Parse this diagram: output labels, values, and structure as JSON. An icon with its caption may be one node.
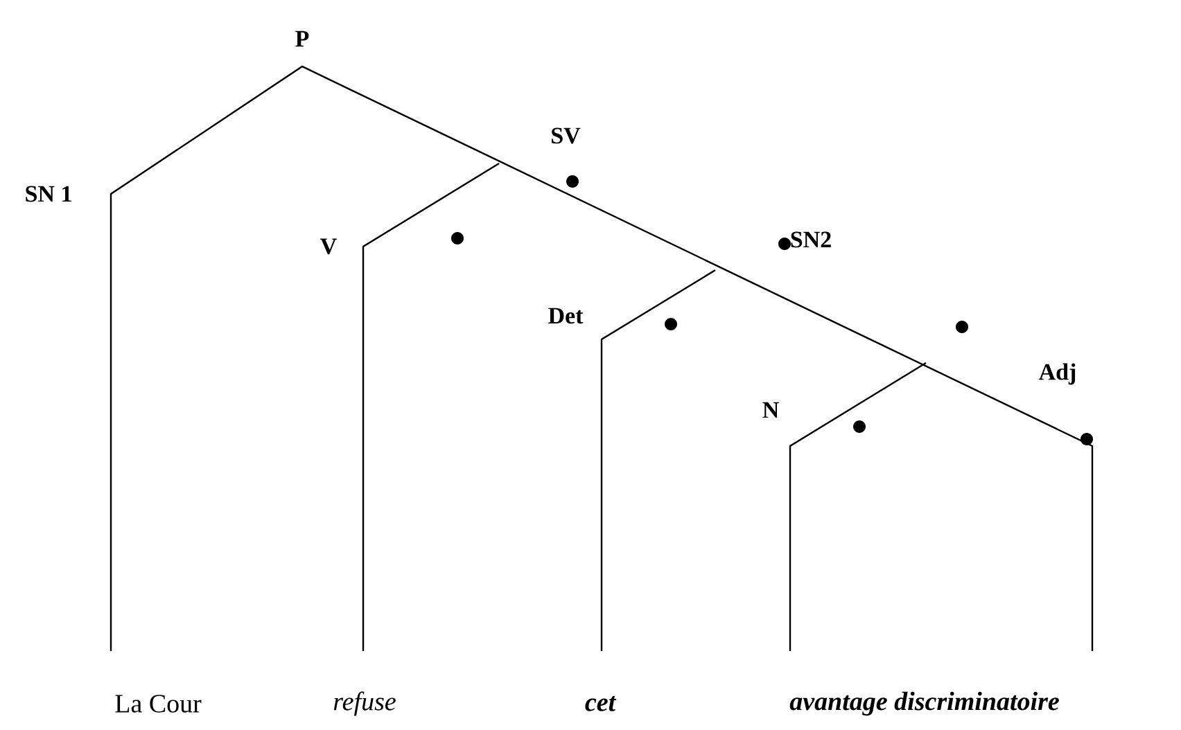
{
  "diagram": {
    "labels": [
      "P",
      "SV",
      "SN 1",
      "V",
      "SN2",
      "Det",
      "N",
      "Adj",
      "La Cour",
      "refuse",
      "cet",
      "avantage discriminatoire"
    ]
  }
}
